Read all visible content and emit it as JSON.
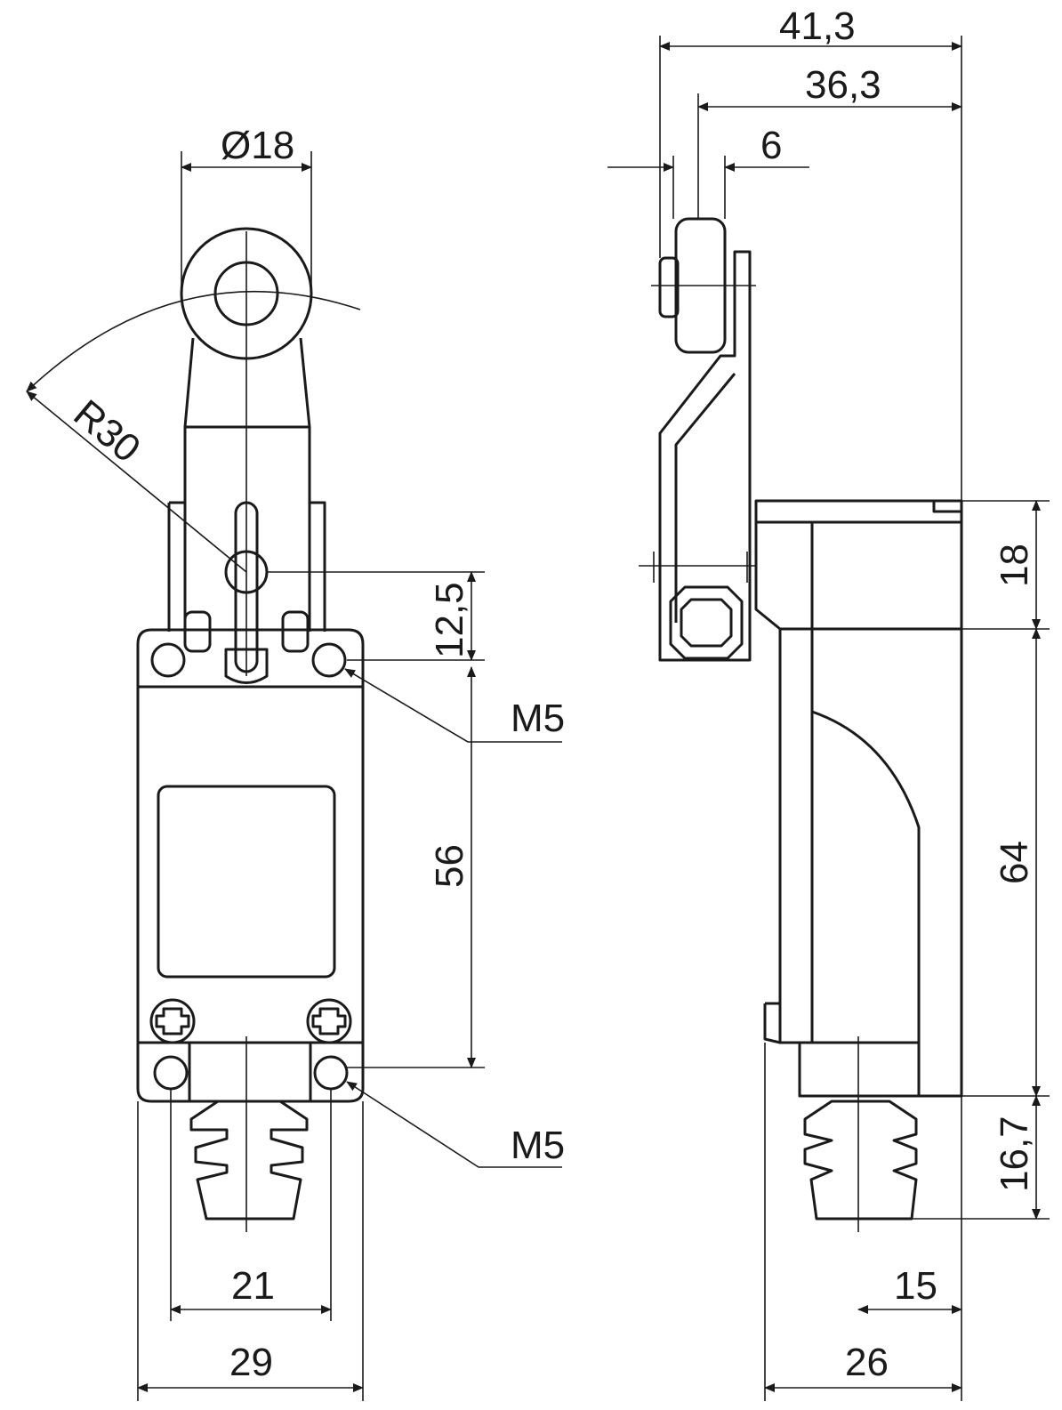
{
  "dimensions": {
    "width_total_side": "41,3",
    "width_36": "36,3",
    "roller_width": "6",
    "roller_diameter": "Ø18",
    "radius": "R30",
    "pivot_offset": "12,5",
    "hole_spacing_v": "56",
    "top_height": "18",
    "body_height": "64",
    "plunger_height": "16,7",
    "hole_spacing_h": "21",
    "body_width": "29",
    "plunger_offset": "15",
    "body_depth": "26"
  },
  "threads": {
    "top": "M5",
    "bottom": "M5"
  },
  "colors": {
    "line": "#1a1a1a",
    "background": "#ffffff"
  }
}
